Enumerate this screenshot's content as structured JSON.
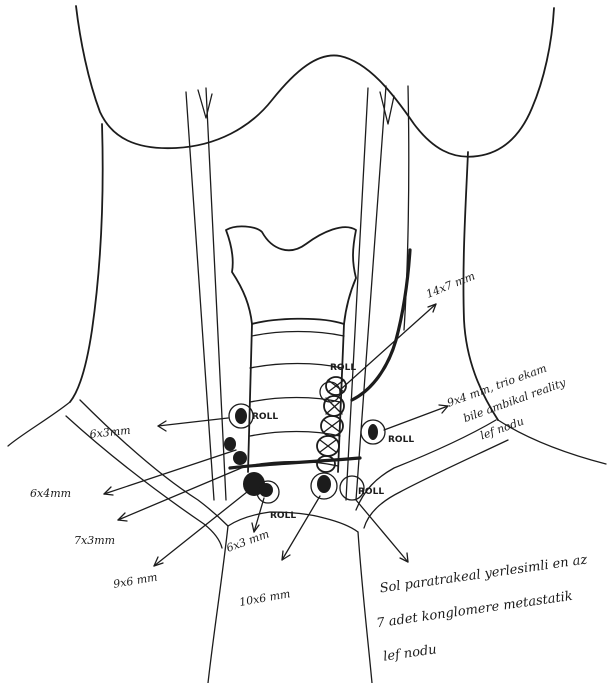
{
  "title": "",
  "roll_label": "ROLL",
  "measurements": {
    "m_14x7": "14x7 mm",
    "m_6x3_upper": "6x3mm",
    "m_6x4": "6x4mm",
    "m_7x3": "7x3mm",
    "m_9x6": "9x6 mm",
    "m_6x3_lower": "6x3 mm",
    "m_10x6": "10x6 mm"
  },
  "notes": {
    "right_line1": "9x4 mm, trio ekam",
    "right_line2": "bile ambikal reality",
    "right_line3": "lef nodu",
    "bottom_line1": "Sol paratrakeal yerlesimli en az",
    "bottom_line2": "7 adet konglomere metastatik",
    "bottom_line3": "lef nodu"
  }
}
